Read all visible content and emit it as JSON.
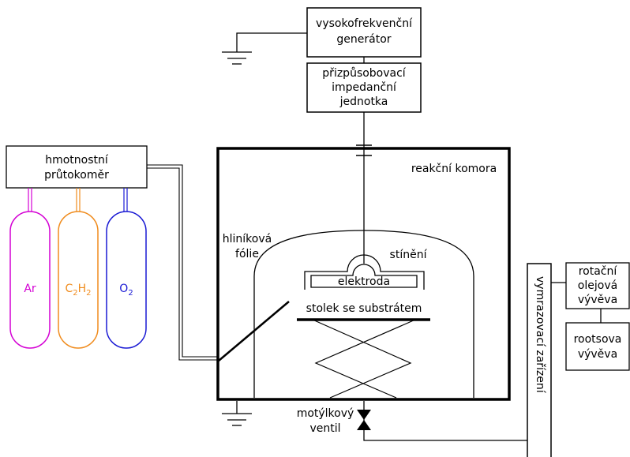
{
  "labels": {
    "generator_line1": "vysokofrekvenční",
    "generator_line2": "generátor",
    "matching_line1": "přizpůsobovací",
    "matching_line2": "impedanční",
    "matching_line3": "jednotka",
    "flowmeter_line1": "hmotnostní",
    "flowmeter_line2": "průtokoměr",
    "chamber": "reakční komora",
    "foil_line1": "hliníková",
    "foil_line2": "fólie",
    "shield": "stínění",
    "electrode": "elektroda",
    "stage": "stolek se substrátem",
    "valve_line1": "motýlkový",
    "valve_line2": "ventil",
    "freezer": "vymrazovací zařízení",
    "rotary_line1": "rotační",
    "rotary_line2": "olejová",
    "rotary_line3": "vývěva",
    "roots_line1": "rootsova",
    "roots_line2": "vývěva"
  },
  "gases": {
    "ar": {
      "label": "Ar",
      "color": "#d400d4"
    },
    "c2h2": {
      "base1": "C",
      "sub1": "2",
      "base2": "H",
      "sub2": "2",
      "color": "#f08c1e"
    },
    "o2": {
      "base": "O",
      "sub": "2",
      "color": "#1a1ad4"
    }
  }
}
